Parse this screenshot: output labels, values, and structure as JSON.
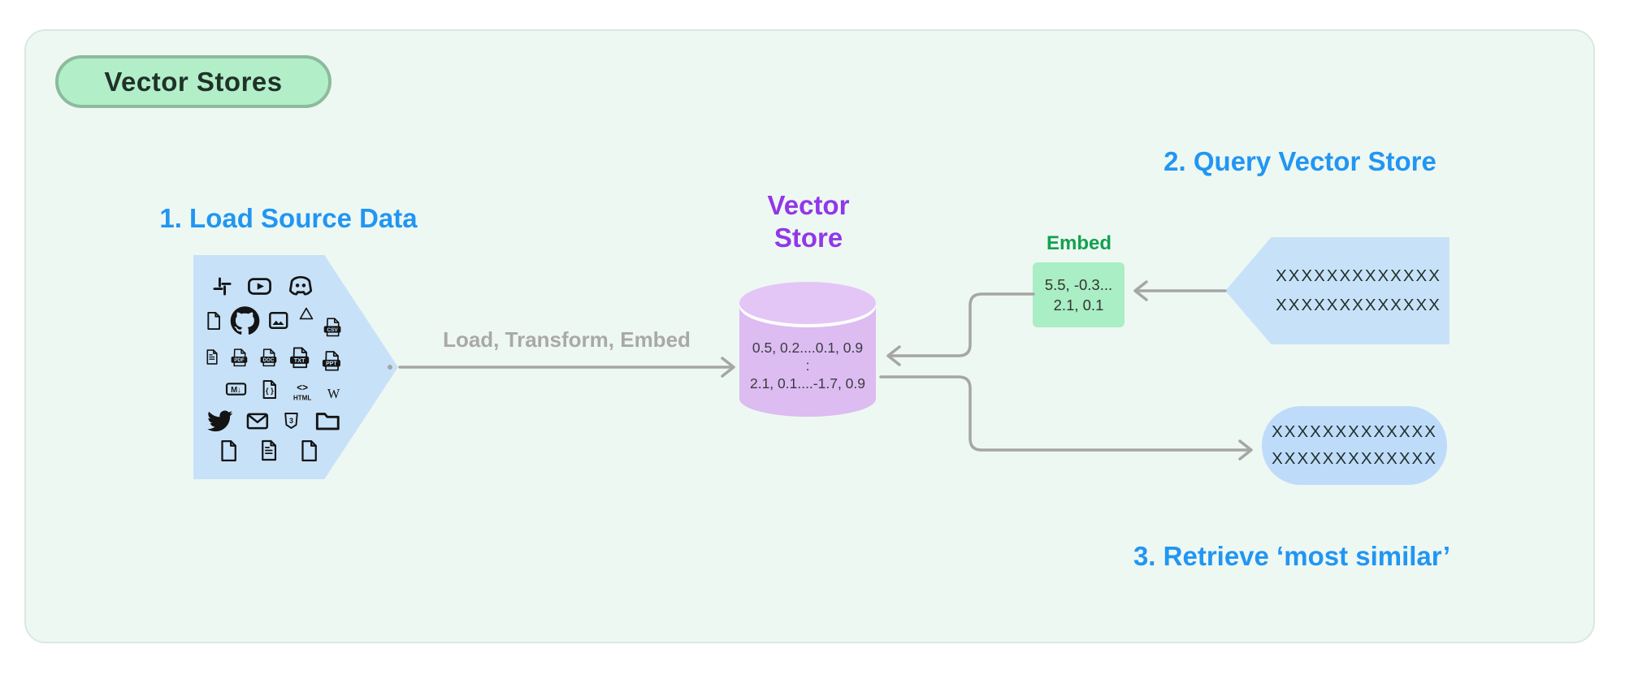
{
  "badge": {
    "label": "Vector Stores"
  },
  "steps": {
    "load": {
      "title": "1. Load Source Data"
    },
    "query": {
      "title": "2. Query Vector Store"
    },
    "retrieve": {
      "title": "3. Retrieve ‘most similar’"
    }
  },
  "pipeline": {
    "label": "Load, Transform, Embed"
  },
  "source": {
    "icon_rows": [
      [
        "slack",
        "youtube",
        "discord"
      ],
      [
        "file",
        "github",
        "image",
        "google-drive",
        "csv-file"
      ],
      [
        "text-file",
        "pdf-file",
        "doc-file",
        "txt-file",
        "ppt-file"
      ],
      [
        "markdown",
        "json-file",
        "html",
        "wikipedia"
      ],
      [
        "twitter",
        "email",
        "css",
        "folder"
      ],
      [
        "file",
        "text-file",
        "file"
      ]
    ]
  },
  "vector_store": {
    "title_line1": "Vector",
    "title_line2": "Store",
    "rows": [
      "0.5, 0.2....0.1, 0.9",
      ":",
      "2.1, 0.1....-1.7, 0.9"
    ]
  },
  "embed": {
    "title": "Embed",
    "lines": [
      "5.5, -0.3...",
      "2.1, 0.1"
    ]
  },
  "query_box": {
    "lines": [
      "XXXXXXXXXXXXX",
      "XXXXXXXXXXXXX"
    ]
  },
  "retrieve_box": {
    "lines": [
      "XXXXXXXXXXXXX",
      "XXXXXXXXXXXXX"
    ]
  },
  "colors": {
    "bg_page": "#ffffff",
    "bg_panel": "#eef8f2",
    "panel_border": "#d9e9e1",
    "badge_bg": "#b2efc9",
    "badge_border": "#8cbb9b",
    "badge_text": "#203229",
    "heading_blue": "#2196f3",
    "heading_purple": "#9137e9",
    "heading_green": "#12a150",
    "gray_label": "#a9a9a9",
    "shape_blue": "#c7e2f8",
    "pill_blue": "#bedcfa",
    "cylinder_body": "#dcbcf1",
    "cylinder_top": "#e3c6f6",
    "embed_bg": "#a9eec4",
    "connector": "#a6a6a6",
    "icon": "#141414",
    "dark_text": "#3c3c40",
    "x_text": "#22302b"
  }
}
